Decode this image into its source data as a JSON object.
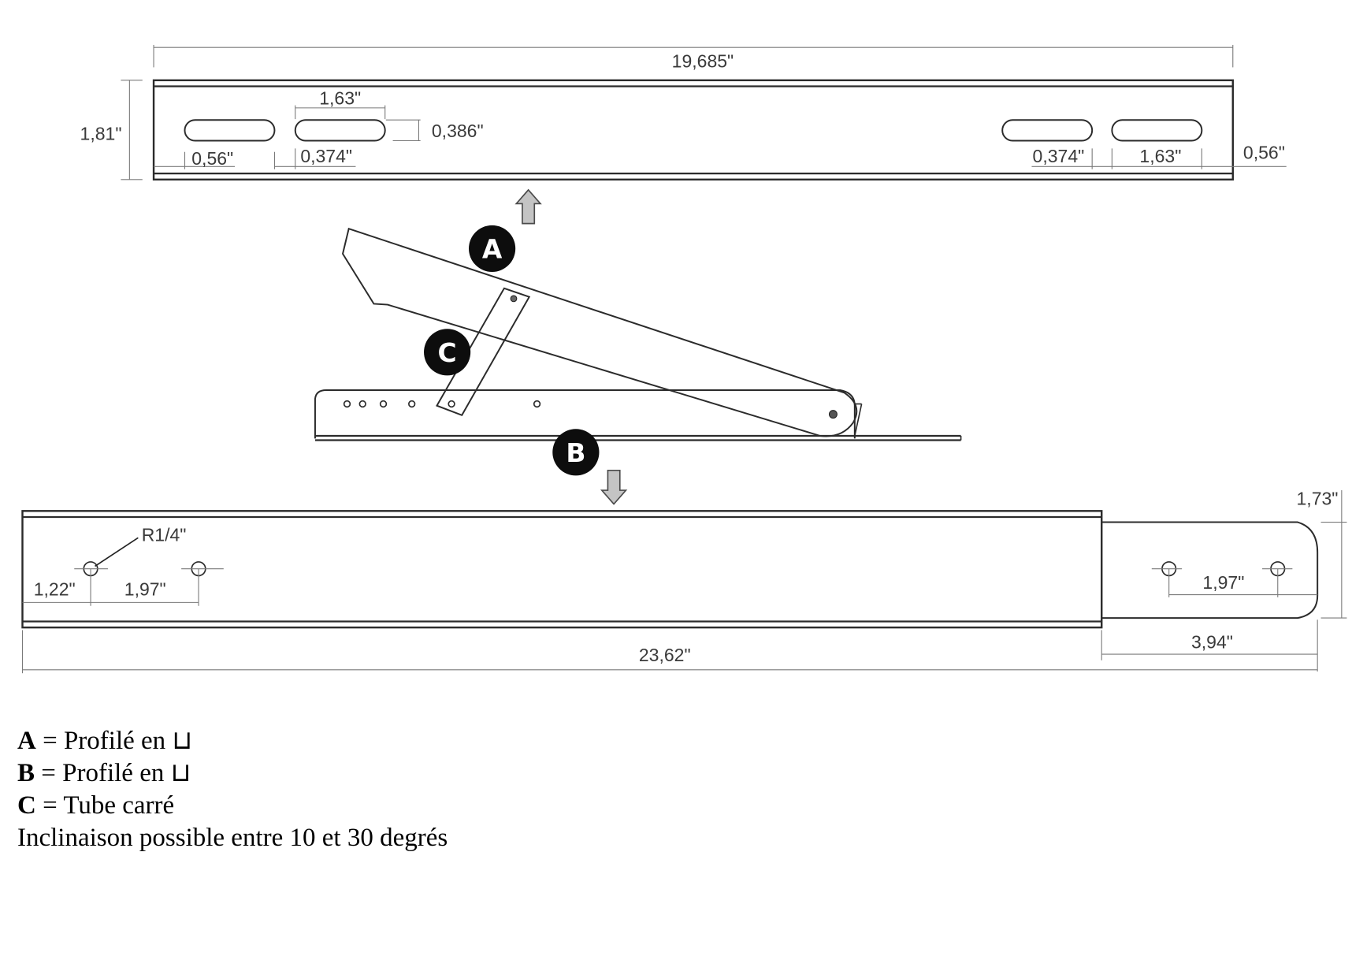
{
  "drawing": {
    "profile_a_top_view": {
      "overall_length": "19,685\"",
      "height": "1,81\"",
      "slot_length": "1,63\"",
      "slot_height": "0,386\"",
      "left_edge_offset": "0,56\"",
      "slot_gap_left": "0,374\"",
      "slot_gap_right": "0,374\"",
      "slot_length_right": "1,63\"",
      "right_edge_offset": "0,56\""
    },
    "profile_b_top_view": {
      "overall_length": "23,62\"",
      "hole_radius": "R1/4\"",
      "first_hole_offset": "1,22\"",
      "hole_spacing_left": "1,97\"",
      "hole_spacing_right": "1,97\"",
      "tab_length": "3,94\"",
      "tab_height": "1,73\""
    },
    "badges": {
      "a": "A",
      "b": "B",
      "c": "C"
    }
  },
  "legend": {
    "items": [
      {
        "key": "A",
        "text": " = Profilé en ⊔"
      },
      {
        "key": "B",
        "text": " = Profilé en ⊔"
      },
      {
        "key": "C",
        "text": " = Tube carré"
      }
    ],
    "note": "Inclinaison possible entre 10 et 30 degrés"
  }
}
